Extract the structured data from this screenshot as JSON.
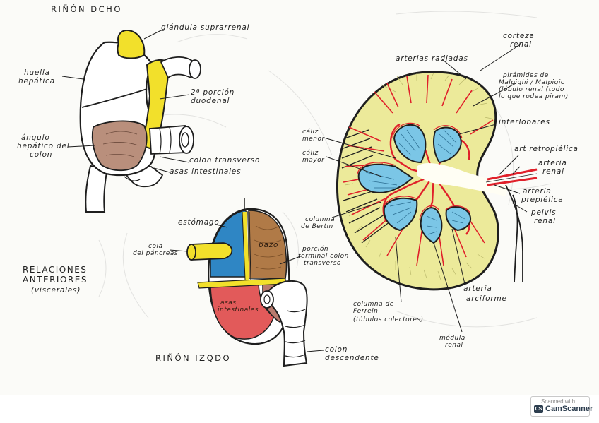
{
  "page": {
    "background": "#ffffff",
    "paper_color": "#fbfbf8",
    "ink_color": "#1e1e1e",
    "vessel_red": "#e0202a",
    "pyramid_blue": "#7bc6e6",
    "cortex_yellow": "#ecea9a"
  },
  "titles": {
    "right_kidney": "RIÑÓN DCHO",
    "left_kidney": "RIÑÓN IZQDO",
    "relations_line1": "RELACIONES",
    "relations_line2": "ANTERIORES",
    "relations_line3": "(viscerales)"
  },
  "right_kidney_labels": {
    "suprarenal": "glándula suprarrenal",
    "hepatic_1": "huella",
    "hepatic_2": "hepática",
    "duodenal_1": "2ª porción",
    "duodenal_2": "duodenal",
    "hepatic_angle_1": "ángulo",
    "hepatic_angle_2": "hepático del",
    "hepatic_angle_3": "colon",
    "transverse_colon": "colon transverso",
    "intestinal_loops": "asas intestinales"
  },
  "left_kidney_labels": {
    "stomach": "estómago",
    "pancreas_1": "cola",
    "pancreas_2": "del páncreas",
    "spleen": "bazo",
    "terminal_1": "porción",
    "terminal_2": "terminal colon",
    "terminal_3": "transverso",
    "loops_1": "asas",
    "loops_2": "intestinales",
    "descending_1": "colon",
    "descending_2": "descendente"
  },
  "section_labels": {
    "cortex_1": "corteza",
    "cortex_2": "renal",
    "radial": "arterias radiadas",
    "pyramids_1": "pirámides de",
    "pyramids_2": "Malpighi / Malpigio",
    "pyramids_3": "(lóbulo renal (todo",
    "pyramids_4": "lo que rodea piram)",
    "minor_calyx_1": "cáliz",
    "minor_calyx_2": "menor",
    "major_calyx_1": "cáliz",
    "major_calyx_2": "mayor",
    "interlobar": "interlobares",
    "retropyelic": "art retropiélica",
    "renal_artery_1": "arteria",
    "renal_artery_2": "renal",
    "prepyelic_1": "arteria",
    "prepyelic_2": "prepiélica",
    "pelvis_1": "pelvis",
    "pelvis_2": "renal",
    "bertin_1": "columna",
    "bertin_2": "de Bertin",
    "arcuate_1": "arteria",
    "arcuate_2": "arciforme",
    "ferrein_1": "columna de",
    "ferrein_2": "Ferrein",
    "ferrein_3": "(túbulos colectores)",
    "medulla_1": "médula",
    "medulla_2": "renal"
  },
  "watermark": {
    "scanned_with": "Scanned with",
    "logo": "CS",
    "app_name": "CamScanner"
  }
}
